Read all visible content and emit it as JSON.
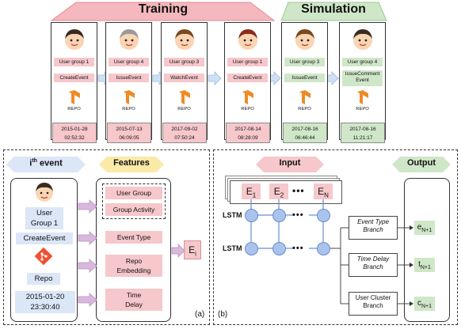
{
  "header": {
    "training": "Training",
    "simulation": "Simulation"
  },
  "timeline": [
    {
      "group": "User group 1",
      "event": "CreateEvent",
      "repo": "REPO",
      "date": "2015-01-28",
      "time": "02:52:32",
      "phase": "training"
    },
    {
      "group": "User group 4",
      "event": "IssueEvent",
      "repo": "REPO",
      "date": "2015-07-13",
      "time": "06:09:05",
      "phase": "training"
    },
    {
      "group": "User group 3",
      "event": "WatchEvent",
      "repo": "REPO",
      "date": "2017-09-02",
      "time": "07:50:24",
      "phase": "training"
    },
    {
      "group": "User group 1",
      "event": "CreateEvent",
      "repo": "REPO",
      "date": "2017-08-14",
      "time": "08:28:09",
      "phase": "training"
    },
    {
      "group": "User group 3",
      "event": "IssueEvent",
      "repo": "REPO",
      "date": "2017-08-16",
      "time": "06:46:44",
      "phase": "simulation"
    },
    {
      "group": "User group 4",
      "event": "IssueComment Event",
      "repo": "REPO",
      "date": "2017-08-16",
      "time": "11:21:17",
      "phase": "simulation"
    }
  ],
  "left": {
    "title_prefix": "i",
    "title_sup": "th",
    "title_suffix": " event",
    "user_line1": "User",
    "user_line2": "Group 1",
    "event": "CreateEvent",
    "repo": "Repo",
    "date": "2015-01-20",
    "time": "23:30:40",
    "features_title": "Features",
    "feat_user_group": "User Group",
    "feat_group_activity": "Group Activity",
    "feat_event_type": "Event Type",
    "feat_repo_line1": "Repo",
    "feat_repo_line2": "Embedding",
    "feat_delay_line1": "Time",
    "feat_delay_line2": "Delay",
    "ei_main": "E",
    "ei_sub": "i",
    "panel_label": "(a)"
  },
  "right": {
    "panel_label": "(b)",
    "input_title": "Input",
    "output_title": "Output",
    "e1": "E",
    "e1_sub": "1",
    "e2": "E",
    "e2_sub": "2",
    "en": "E",
    "en_sub": "N",
    "lstm1": "LSTM",
    "lstm2": "LSTM",
    "branch_event_line1": "Event Type",
    "branch_event_line2": "Branch",
    "branch_delay_line1": "Time Delay",
    "branch_delay_line2": "Branch",
    "branch_cluster_line1": "User Cluster",
    "branch_cluster_line2": "Branch",
    "out_e": "e",
    "out_e_sub": "N+1",
    "out_t": "t",
    "out_t_sub": "N+1",
    "out_c": "c",
    "out_c_sub": "N+1"
  },
  "colors": {
    "training_banner": "#f4b8be",
    "simulation_banner": "#cfe7c8",
    "feature_pink": "#f6c7cb",
    "input_blue": "#dbe6f7",
    "node_blue": "#a9c3ec"
  }
}
